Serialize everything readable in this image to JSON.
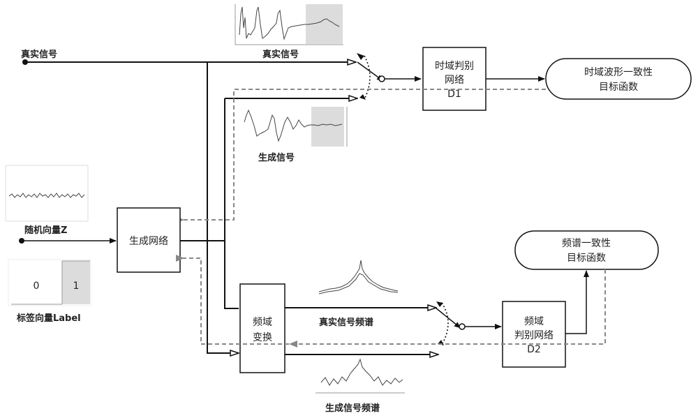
{
  "inputs": {
    "real_signal": "真实信号",
    "random_vector": "随机向量Z",
    "label_vector": "标签向量Label",
    "label_values": [
      "0",
      "1"
    ]
  },
  "blocks": {
    "generator": "生成网络",
    "freq_transform": [
      "频域",
      "变换"
    ],
    "time_disc": [
      "时域判别",
      "网络",
      "D1"
    ],
    "freq_disc": [
      "频域",
      "判别网络",
      "D2"
    ],
    "time_objective": [
      "时域波形一致性",
      "目标函数"
    ],
    "freq_objective": [
      "频谱一致性",
      "目标函数"
    ]
  },
  "signal_labels": {
    "real_signal_plot": "真实信号",
    "gen_signal_plot": "生成信号",
    "real_spectrum": "真实信号频谱",
    "gen_spectrum": "生成信号频谱"
  },
  "colors": {
    "wire": "#111111",
    "feedback": "#888888",
    "shade": "#dcdcdc"
  }
}
